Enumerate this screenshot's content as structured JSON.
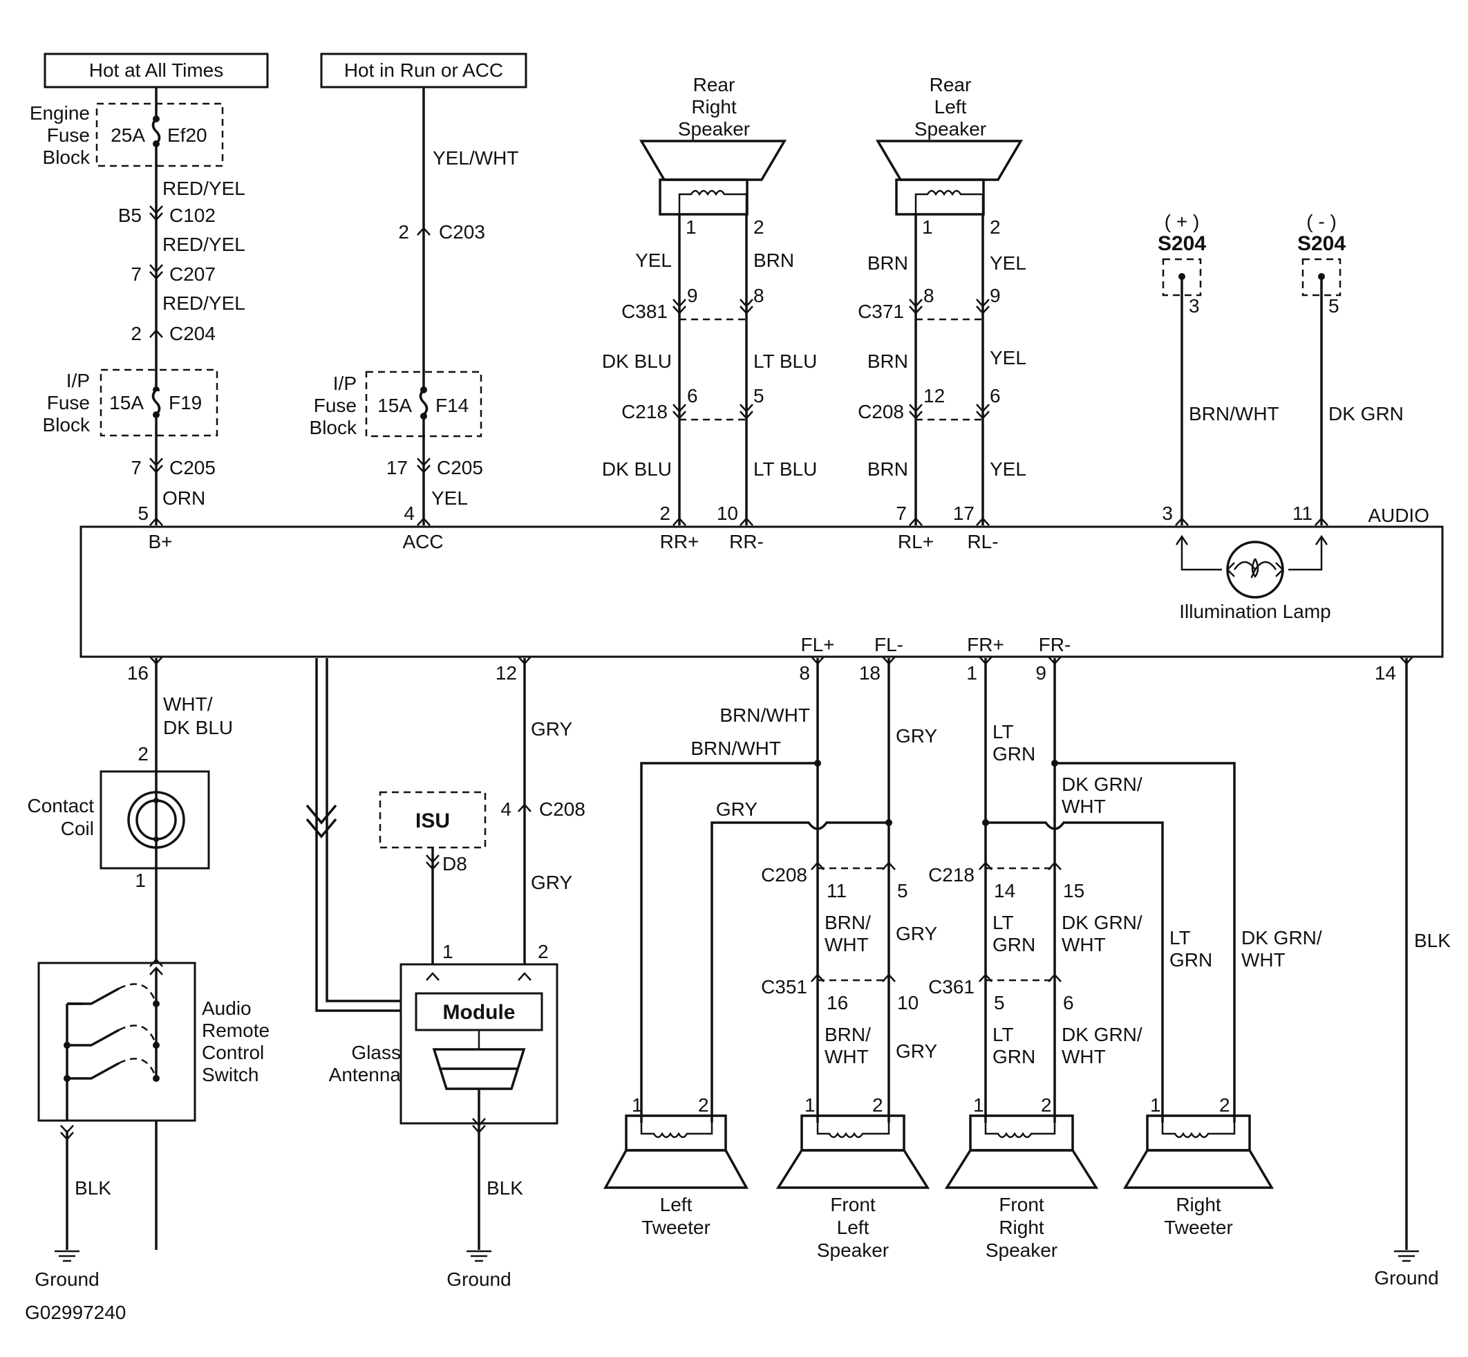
{
  "figure_id": "G02997240",
  "power": {
    "hot_at_all_times": "Hot at All Times",
    "hot_in_run_or_acc": "Hot in Run or ACC",
    "engine_fuse_block": [
      "Engine",
      "Fuse",
      "Block"
    ],
    "ip_fuse_block": [
      "I/P",
      "Fuse",
      "Block"
    ],
    "fuse_25a": "25A",
    "fuse_ef20": "Ef20",
    "fuse_15a": "15A",
    "fuse_f19": "F19",
    "fuse_f14": "F14"
  },
  "wires": {
    "red_yel": "RED/YEL",
    "orn": "ORN",
    "yel_wht": "YEL/WHT",
    "yel": "YEL",
    "brn": "BRN",
    "dk_blu": "DK BLU",
    "lt_blu": "LT BLU",
    "brn_wht": "BRN/WHT",
    "dk_grn": "DK GRN",
    "wht_dk_blu": [
      "WHT/",
      "DK BLU"
    ],
    "gry": "GRY",
    "blk": "BLK",
    "lt_grn": [
      "LT",
      "GRN"
    ],
    "dk_grn_wht": [
      "DK GRN/",
      "WHT"
    ],
    "brn_wht_split": [
      "BRN/",
      "WHT"
    ]
  },
  "connectors": {
    "c102": "C102",
    "c207": "C207",
    "c204": "C204",
    "c205": "C205",
    "c203": "C203",
    "c381": "C381",
    "c218": "C218",
    "c371": "C371",
    "c208": "C208",
    "c351": "C351",
    "c361": "C361",
    "d8": "D8",
    "b5": "B5",
    "s204": "S204",
    "plus": "( + )",
    "minus": "( - )"
  },
  "pins": {
    "p1": "1",
    "p2": "2",
    "p3": "3",
    "p4": "4",
    "p5": "5",
    "p6": "6",
    "p7": "7",
    "p8": "8",
    "p9": "9",
    "p10": "10",
    "p11": "11",
    "p12": "12",
    "p14": "14",
    "p15": "15",
    "p16": "16",
    "p17": "17",
    "p18": "18"
  },
  "audio": {
    "label": "AUDIO",
    "b_plus": "B+",
    "acc": "ACC",
    "rr_plus": "RR+",
    "rr_minus": "RR-",
    "rl_plus": "RL+",
    "rl_minus": "RL-",
    "fl_plus": "FL+",
    "fl_minus": "FL-",
    "fr_plus": "FR+",
    "fr_minus": "FR-",
    "illumination_lamp": "Illumination Lamp"
  },
  "components": {
    "rear_right_speaker": [
      "Rear",
      "Right",
      "Speaker"
    ],
    "rear_left_speaker": [
      "Rear",
      "Left",
      "Speaker"
    ],
    "contact_coil": [
      "Contact",
      "Coil"
    ],
    "audio_remote_control_switch": [
      "Audio",
      "Remote",
      "Control",
      "Switch"
    ],
    "isu": "ISU",
    "module": "Module",
    "glass_antenna": [
      "Glass",
      "Antenna"
    ],
    "left_tweeter": [
      "Left",
      "Tweeter"
    ],
    "front_left_speaker": [
      "Front",
      "Left",
      "Speaker"
    ],
    "front_right_speaker": [
      "Front",
      "Right",
      "Speaker"
    ],
    "right_tweeter": [
      "Right",
      "Tweeter"
    ],
    "ground": "Ground"
  }
}
